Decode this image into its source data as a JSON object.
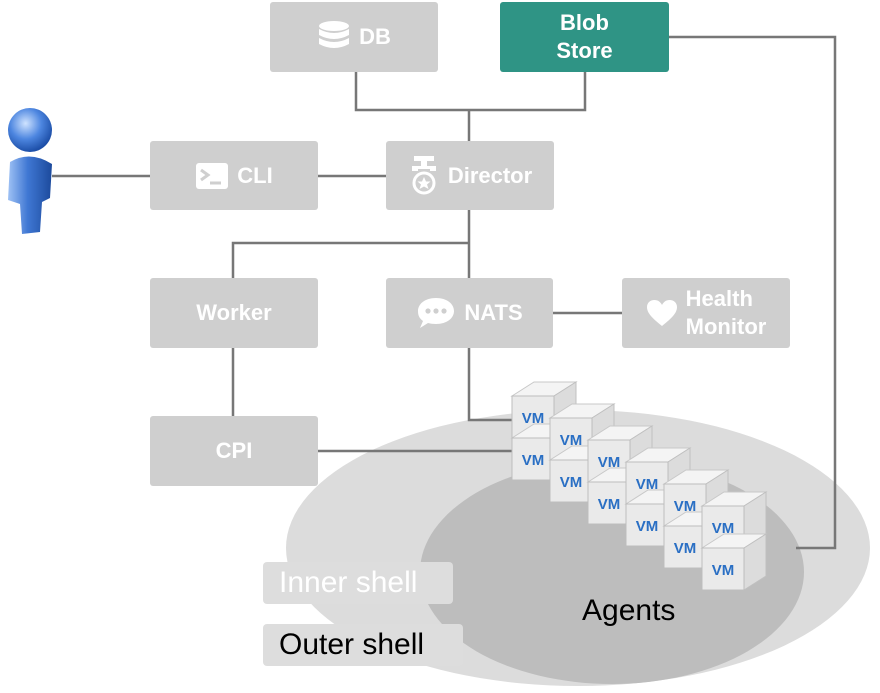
{
  "nodes": {
    "db": {
      "label": "DB",
      "icon": "database-icon"
    },
    "blob": {
      "line1": "Blob",
      "line2": "Store"
    },
    "cli": {
      "label": "CLI",
      "icon": "terminal-icon"
    },
    "director": {
      "label": "Director",
      "icon": "crane-claw-icon"
    },
    "worker": {
      "label": "Worker"
    },
    "nats": {
      "label": "NATS",
      "icon": "chat-bubble-icon"
    },
    "health": {
      "line1": "Health",
      "line2": "Monitor",
      "icon": "heart-icon"
    },
    "cpi": {
      "label": "CPI"
    }
  },
  "shells": {
    "inner": "Inner shell",
    "outer": "Outer shell",
    "agents": "Agents"
  },
  "vm_label": "VM",
  "colors": {
    "box_gray": "#cfcfcf",
    "blob_teal": "#2f9485",
    "line": "#777777",
    "outer_ellipse": "#dcdcdc",
    "inner_ellipse": "#bdbdbd",
    "vm_text": "#2a6fc4"
  },
  "user_icon": "user-figure-icon"
}
